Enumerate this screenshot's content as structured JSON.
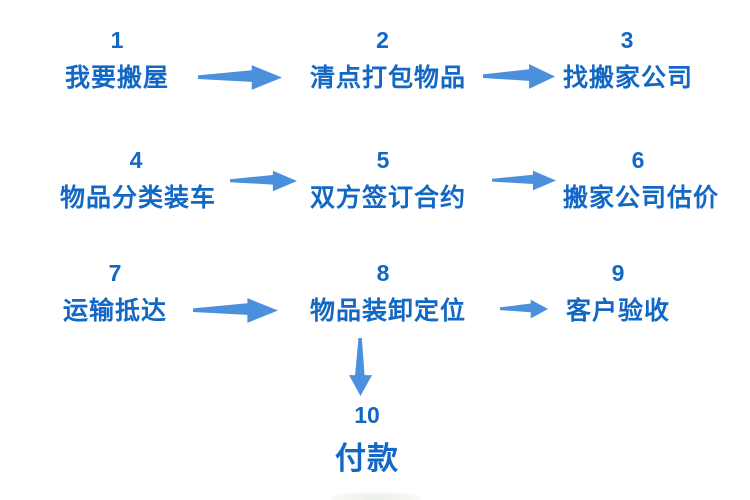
{
  "page": {
    "background": "#ffffff",
    "description": "moving-house process flowchart"
  },
  "colors": {
    "step_text": "#1268c4",
    "arrow": "#4a90dc"
  },
  "flowchart": {
    "steps": [
      {
        "number": "1",
        "label": "我要搬屋"
      },
      {
        "number": "2",
        "label": "清点打包物品"
      },
      {
        "number": "3",
        "label": "找搬家公司"
      },
      {
        "number": "4",
        "label": "物品分类装车"
      },
      {
        "number": "5",
        "label": "双方签订合约"
      },
      {
        "number": "6",
        "label": "搬家公司估价"
      },
      {
        "number": "7",
        "label": "运输抵达"
      },
      {
        "number": "8",
        "label": "物品装卸定位"
      },
      {
        "number": "9",
        "label": "客户验收"
      },
      {
        "number": "10",
        "label": "付款"
      }
    ],
    "connections": [
      {
        "from": "1",
        "to": "2",
        "direction": "right"
      },
      {
        "from": "2",
        "to": "3",
        "direction": "right"
      },
      {
        "from": "4",
        "to": "5",
        "direction": "right"
      },
      {
        "from": "5",
        "to": "6",
        "direction": "right"
      },
      {
        "from": "7",
        "to": "8",
        "direction": "right"
      },
      {
        "from": "8",
        "to": "9",
        "direction": "right"
      },
      {
        "from": "8",
        "to": "10",
        "direction": "down"
      }
    ]
  }
}
